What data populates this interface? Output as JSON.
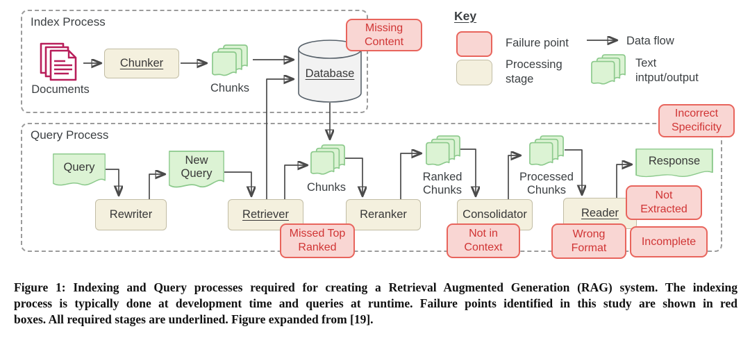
{
  "colors": {
    "failure_fill": "#f9d6d3",
    "failure_border": "#e8645c",
    "failure_text": "#d03434",
    "stage_fill": "#f4f0de",
    "stage_border": "#c1bca4",
    "stage_text": "#383838",
    "io_fill": "#dcf3d4",
    "io_border": "#8bc98b",
    "db_fill": "#f2f2f2",
    "db_border": "#566069",
    "dash_border": "#9b9b9b",
    "arrow_color": "#4a4a4a",
    "doc_icon": "#b81e5a",
    "label_text": "#3b3f42",
    "caption_text": "#111111"
  },
  "diagram": {
    "index_process_label": "Index Process",
    "query_process_label": "Query Process",
    "nodes": {
      "documents": "Documents",
      "chunker": "Chunker",
      "chunks_index": "Chunks",
      "database": "Database",
      "query": "Query",
      "rewriter": "Rewriter",
      "new_query": "New\nQuery",
      "retriever": "Retriever",
      "chunks_query": "Chunks",
      "reranker": "Reranker",
      "ranked_chunks": "Ranked\nChunks",
      "consolidator": "Consolidator",
      "processed_chunks": "Processed\nChunks",
      "reader": "Reader",
      "response": "Response"
    },
    "failures": {
      "missing_content": "Missing\nContent",
      "missed_top_ranked": "Missed Top\nRanked",
      "not_in_context": "Not in\nContext",
      "wrong_format": "Wrong\nFormat",
      "not_extracted": "Not\nExtracted",
      "incomplete": "Incomplete",
      "incorrect_specificity": "Incorrect\nSpecificity"
    },
    "key": {
      "title": "Key",
      "failure_point": "Failure point",
      "data_flow": "Data flow",
      "processing_stage": "Processing\nstage",
      "text_io": "Text\nintput/output"
    }
  },
  "caption": {
    "lines": [
      "Figure 1: Indexing and Query processes required for creating a Retrieval Augmented Generation (RAG) system. The indexing",
      "process is typically done at development time and queries at runtime. Failure points identified in this study are shown in red",
      "boxes. All required stages are underlined. Figure expanded from [19]."
    ]
  }
}
